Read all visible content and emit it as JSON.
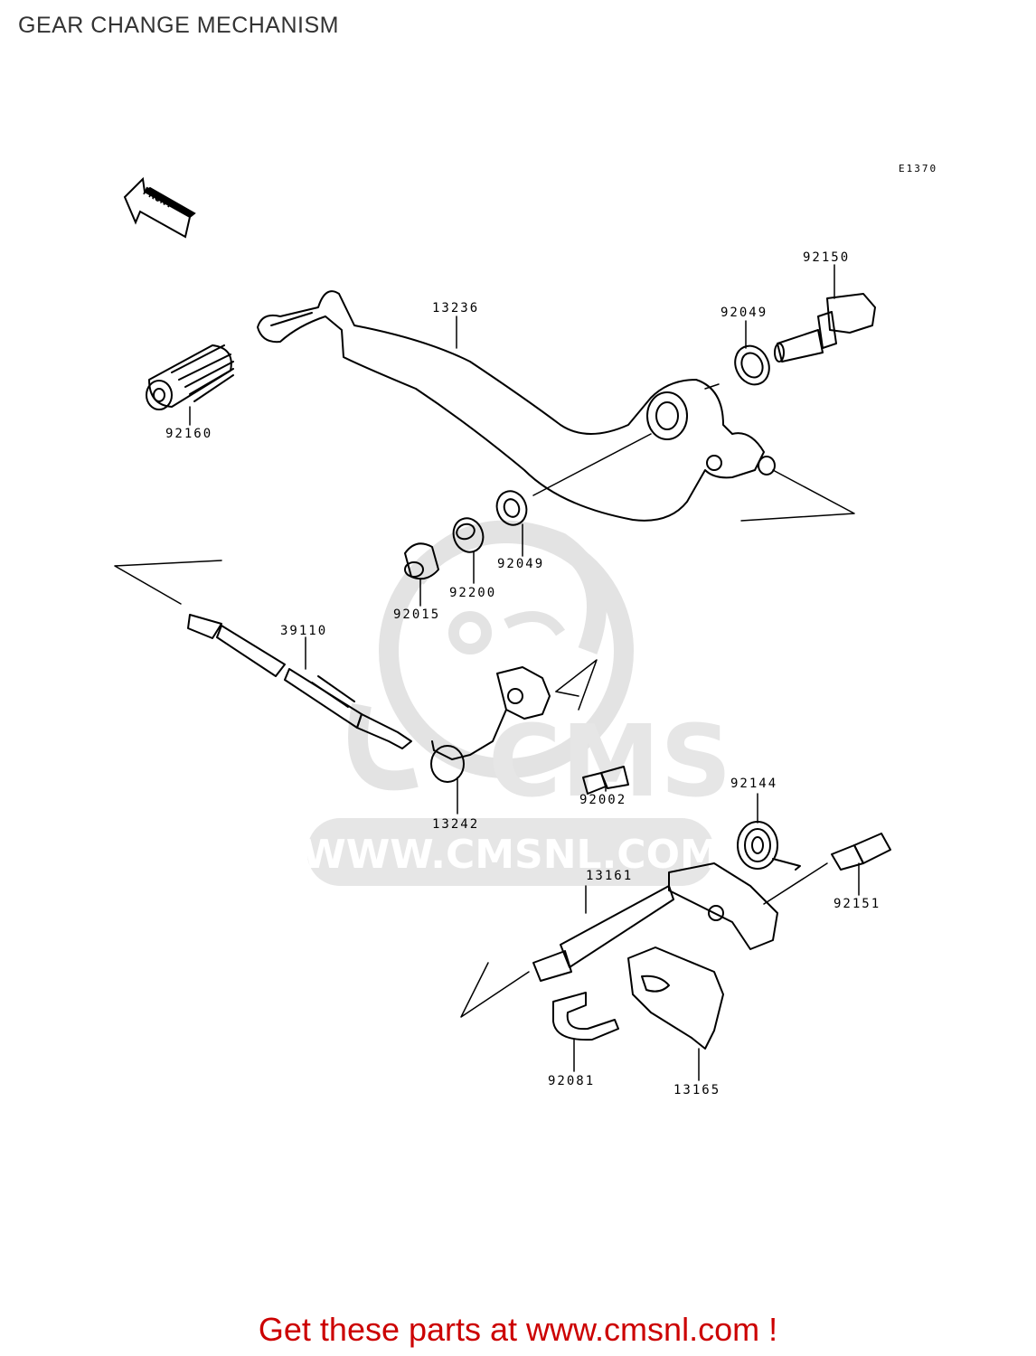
{
  "title": "GEAR CHANGE MECHANISM",
  "diagram_code": "E1370",
  "front_arrow_text": "FRONT",
  "watermark": {
    "logo_text": "CMS",
    "url": "WWW.CMSNL.COM"
  },
  "parts": [
    {
      "id": "p-13236",
      "number": "13236"
    },
    {
      "id": "p-92150",
      "number": "92150"
    },
    {
      "id": "p-92049a",
      "number": "92049"
    },
    {
      "id": "p-92160",
      "number": "92160"
    },
    {
      "id": "p-92049b",
      "number": "92049"
    },
    {
      "id": "p-92200",
      "number": "92200"
    },
    {
      "id": "p-92015",
      "number": "92015"
    },
    {
      "id": "p-39110",
      "number": "39110"
    },
    {
      "id": "p-13242",
      "number": "13242"
    },
    {
      "id": "p-92002",
      "number": "92002"
    },
    {
      "id": "p-92144",
      "number": "92144"
    },
    {
      "id": "p-13161",
      "number": "13161"
    },
    {
      "id": "p-92151",
      "number": "92151"
    },
    {
      "id": "p-92081",
      "number": "92081"
    },
    {
      "id": "p-13165",
      "number": "13165"
    }
  ],
  "promo_text": "Get these parts at www.cmsnl.com !",
  "colors": {
    "promo": "#cc0000",
    "watermark": "#e6e6e6",
    "title": "#333333"
  }
}
